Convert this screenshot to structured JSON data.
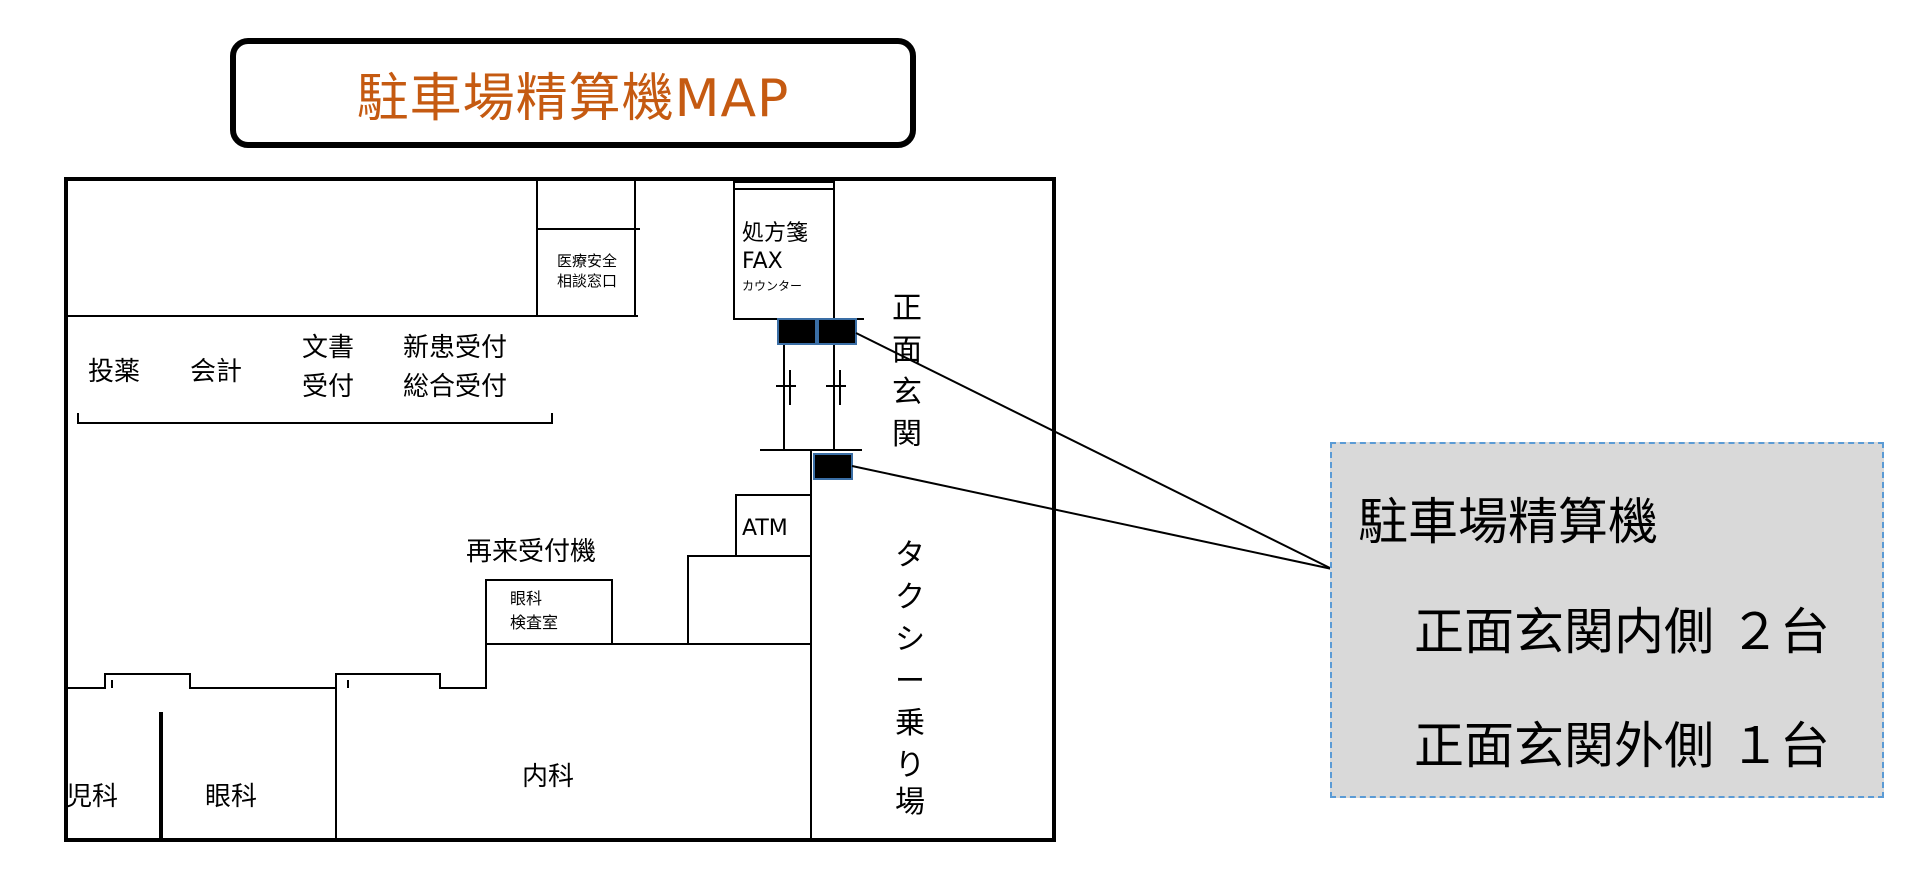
{
  "title": "駐車場精算機MAP",
  "colors": {
    "title": "#c55a11",
    "callout_bg": "#d9d9d9",
    "callout_border": "#5b9bd5",
    "machine": "#000000",
    "machine_border": "#3a6ea5"
  },
  "map": {
    "rooms": {
      "safety": [
        "医療安全",
        "相談窓口"
      ],
      "prescription": [
        "処方箋",
        "FAX",
        "カウンター"
      ],
      "counters": {
        "medicine": "投薬",
        "accounting": "会計",
        "documents": [
          "文書",
          "受付"
        ],
        "reception": [
          "新患受付",
          "総合受付"
        ]
      },
      "atm": "ATM",
      "revisit_machine": "再来受付機",
      "eye_exam": [
        "眼科",
        "検査室"
      ],
      "pediatrics_partial": "児科",
      "ophthalmology": "眼科",
      "internal_medicine": "内科"
    },
    "entrance": "正面玄関",
    "taxi": "タクシー乗り場"
  },
  "callout": {
    "heading": "駐車場精算機",
    "inside": "正面玄関内側 ２台",
    "outside": "正面玄関外側 １台"
  }
}
